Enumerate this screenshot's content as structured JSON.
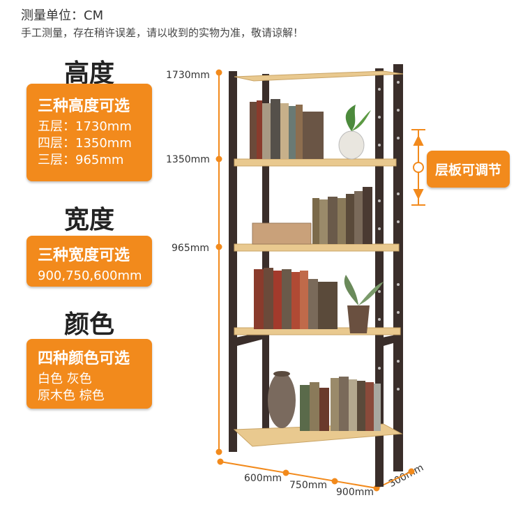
{
  "header": {
    "unit_line": "测量单位：CM",
    "notice": "手工测量，存在稍许误差，请以收到的实物为准，敬请谅解！"
  },
  "height_section": {
    "heading": "高度",
    "card_title": "三种高度可选",
    "lines": [
      "五层：1730mm",
      "四层：1350mm",
      "三层：965mm"
    ]
  },
  "width_section": {
    "heading": "宽度",
    "card_title": "三种宽度可选",
    "lines": [
      "900,750,600mm"
    ]
  },
  "color_section": {
    "heading": "颜色",
    "card_title": "四种颜色可选",
    "lines": [
      "白色 灰色",
      "原木色 棕色"
    ]
  },
  "dimension_labels": {
    "h1": "1730mm",
    "h2": "1350mm",
    "h3": "965mm",
    "w1": "600mm",
    "w2": "750mm",
    "w3": "900mm",
    "depth": "300mm"
  },
  "adjust_tag": "层板可调节",
  "colors": {
    "accent": "#f28a1c",
    "frame": "#3a2e2a",
    "wood": "#e9c98f"
  }
}
